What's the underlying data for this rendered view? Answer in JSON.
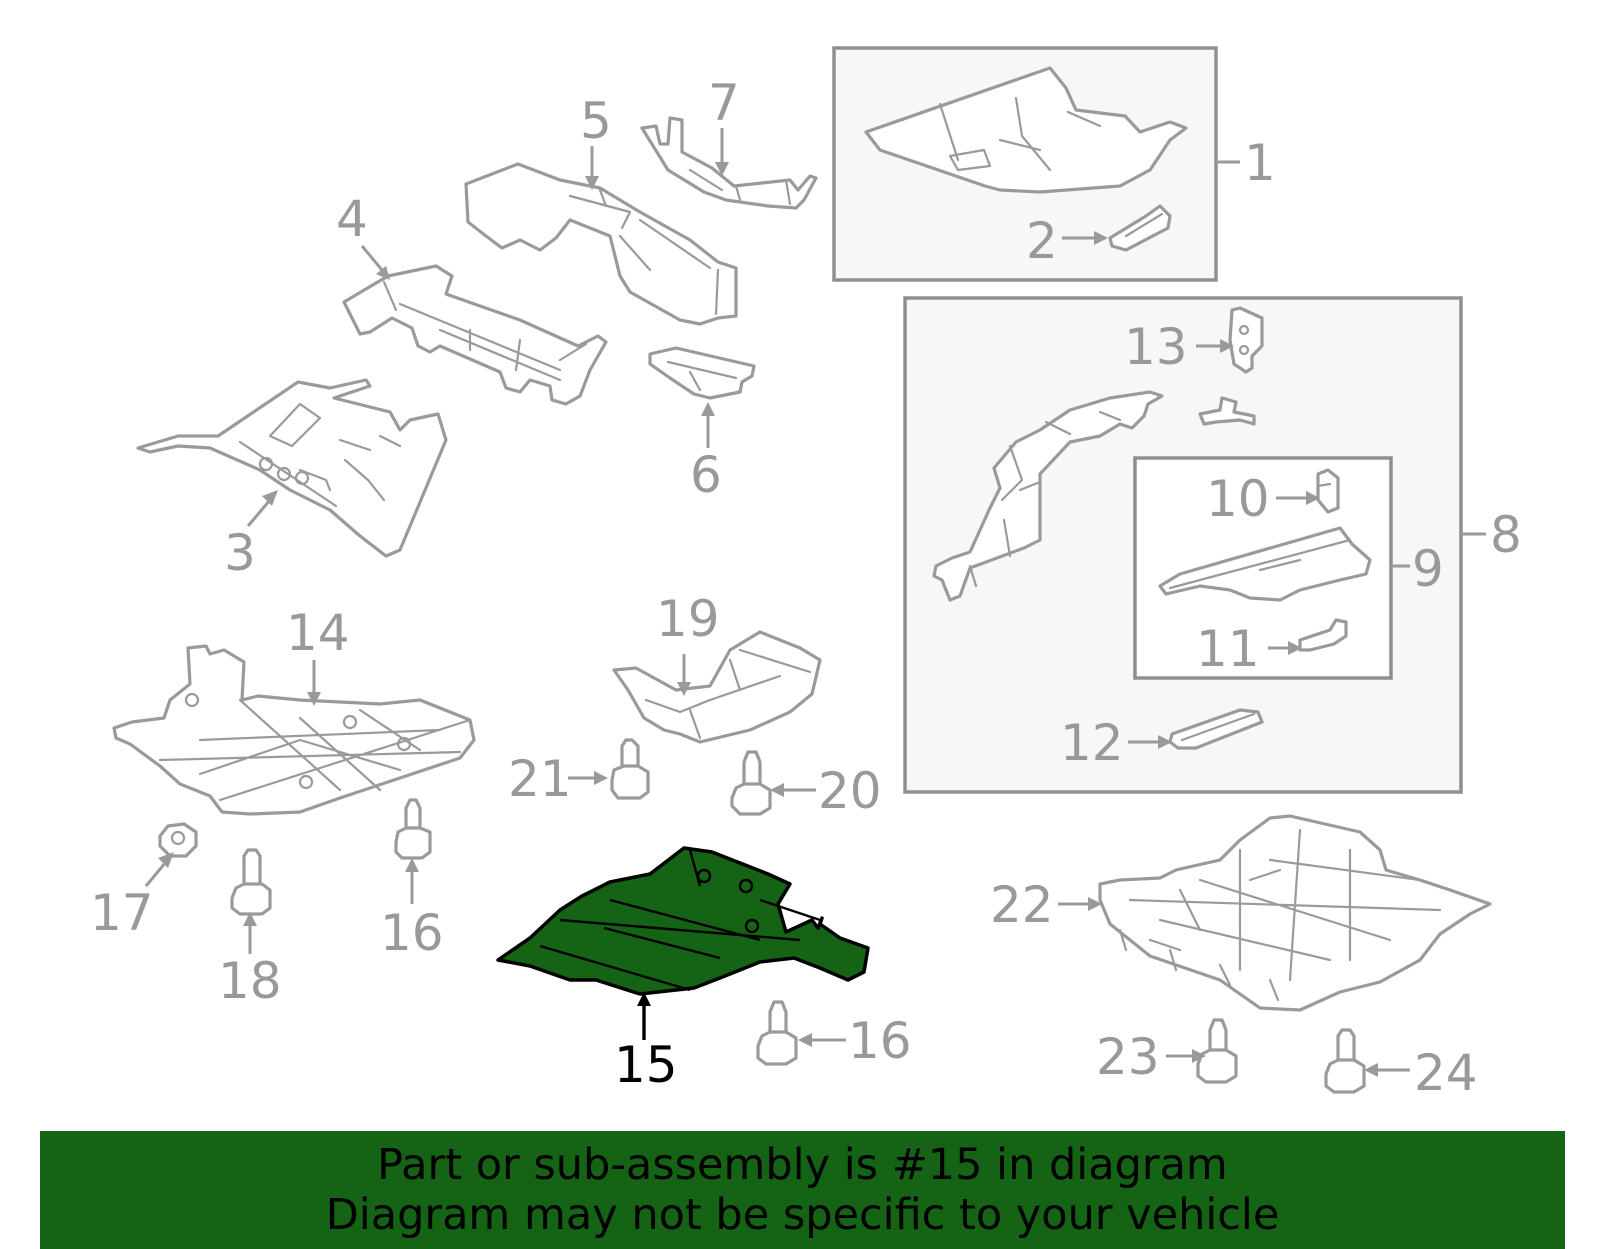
{
  "callouts": {
    "c1": "1",
    "c2": "2",
    "c3": "3",
    "c4": "4",
    "c5": "5",
    "c6": "6",
    "c7": "7",
    "c8": "8",
    "c9": "9",
    "c10": "10",
    "c11": "11",
    "c12": "12",
    "c13": "13",
    "c14": "14",
    "c15": "15",
    "c16a": "16",
    "c16b": "16",
    "c17": "17",
    "c18": "18",
    "c19": "19",
    "c20": "20",
    "c21": "21",
    "c22": "22",
    "c23": "23",
    "c24": "24"
  },
  "highlighted_part": "15",
  "colors": {
    "highlight": "#156315",
    "outline": "#9a9a9a",
    "banner": "#156315"
  },
  "banner": {
    "line1": "Part or sub-assembly is #15 in diagram",
    "line2": "Diagram may not be specific to your vehicle"
  }
}
